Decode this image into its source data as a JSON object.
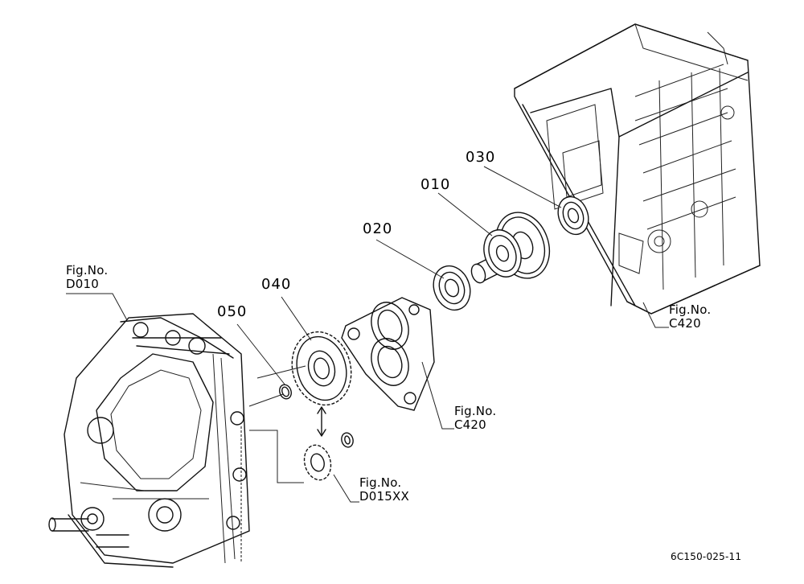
{
  "parts": [
    {
      "ref": "030"
    },
    {
      "ref": "010"
    },
    {
      "ref": "020"
    },
    {
      "ref": "040"
    },
    {
      "ref": "050"
    }
  ],
  "references": [
    {
      "line1": "Fig.No.",
      "line2": "D010"
    },
    {
      "line1": "Fig.No.",
      "line2": "C420"
    },
    {
      "line1": "Fig.No.",
      "line2": "C420"
    },
    {
      "line1": "Fig.No.",
      "line2": "D015XX"
    }
  ],
  "drawing_code": "6C150-025-11"
}
